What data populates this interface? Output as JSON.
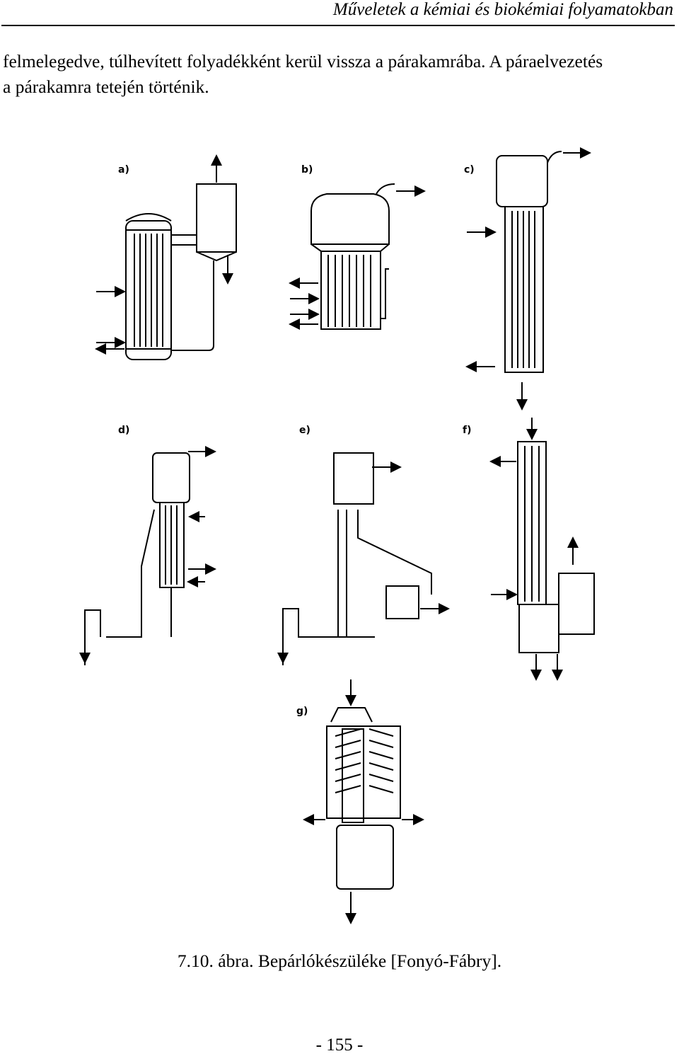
{
  "header": {
    "running_title": "Műveletek a kémiai és biokémiai folyamatokban"
  },
  "body": {
    "line1": "felmelegedve, túlhevített folyadékként kerül vissza a párakamrába. A páraelvezetés",
    "line2": "a párakamra tetején történik."
  },
  "figure": {
    "panel_labels": [
      "a)",
      "b)",
      "c)",
      "d)",
      "e)",
      "f)",
      "g)"
    ],
    "caption": "7.10. ábra. Bepárlókészüléke [Fonyó-Fábry]."
  },
  "footer": {
    "page_number": "- 155 -"
  }
}
